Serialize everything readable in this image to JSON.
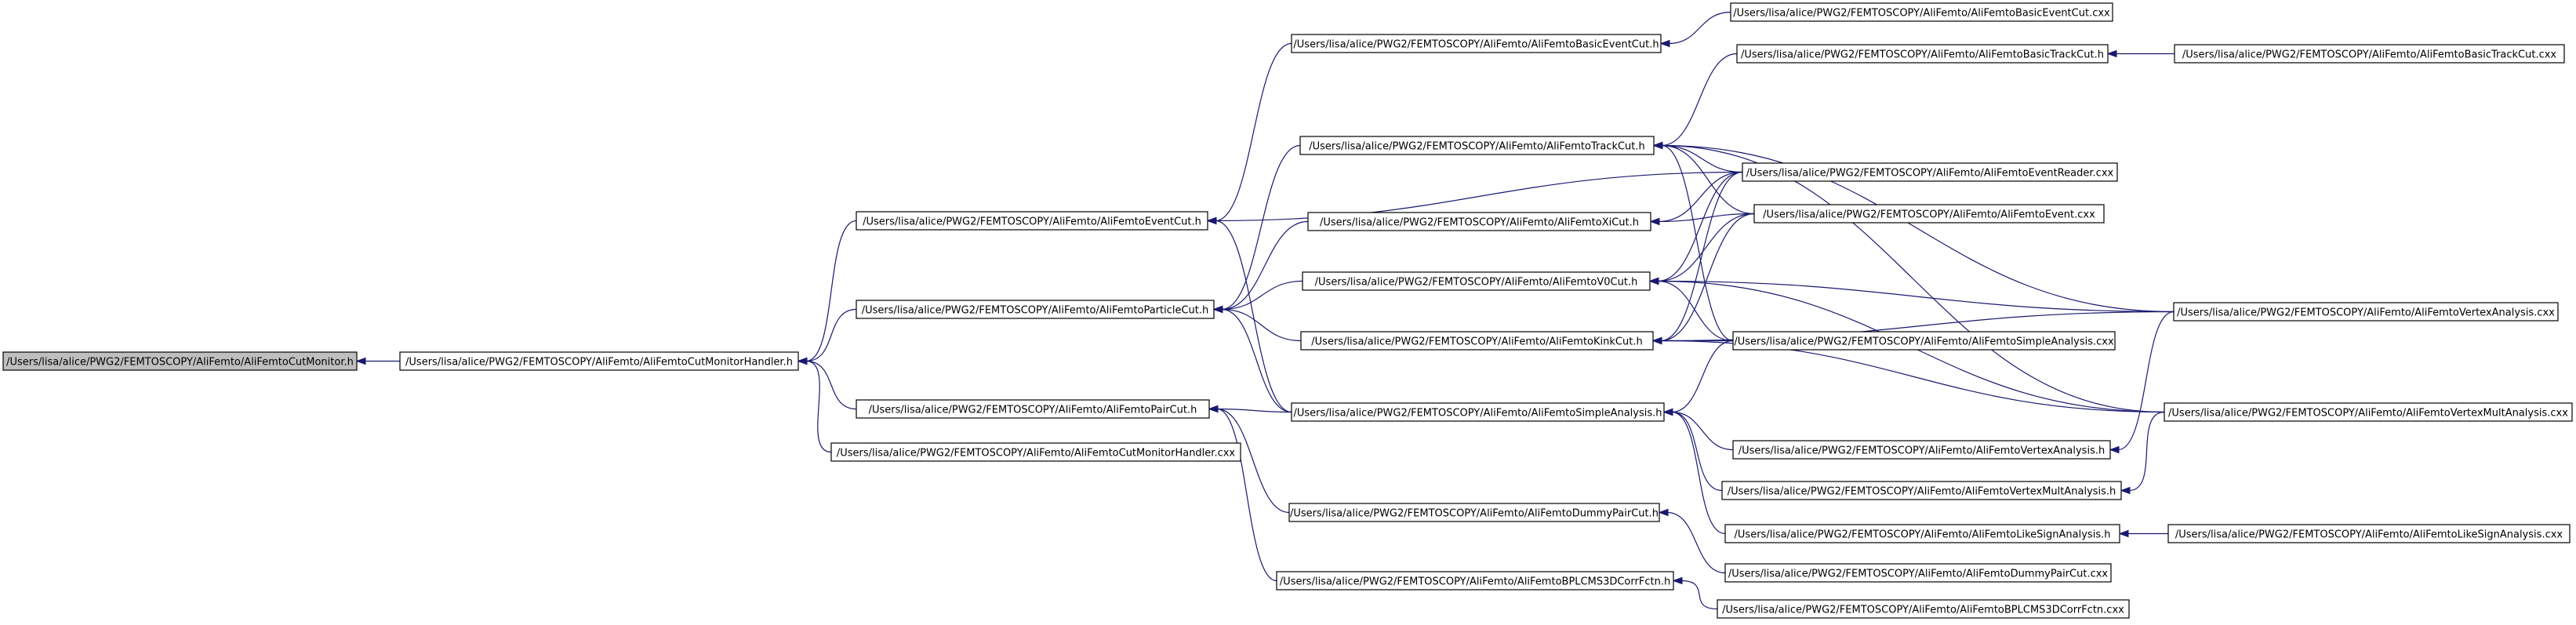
{
  "graph": {
    "nodes": [
      {
        "id": "cutmonitor_h",
        "label": "/Users/lisa/alice/PWG2/FEMTOSCOPY/AliFemto/AliFemtoCutMonitor.h",
        "root": true
      },
      {
        "id": "cutmonitorhandler_h",
        "label": "/Users/lisa/alice/PWG2/FEMTOSCOPY/AliFemto/AliFemtoCutMonitorHandler.h"
      },
      {
        "id": "eventcut_h",
        "label": "/Users/lisa/alice/PWG2/FEMTOSCOPY/AliFemto/AliFemtoEventCut.h"
      },
      {
        "id": "particlecut_h",
        "label": "/Users/lisa/alice/PWG2/FEMTOSCOPY/AliFemto/AliFemtoParticleCut.h"
      },
      {
        "id": "paircut_h",
        "label": "/Users/lisa/alice/PWG2/FEMTOSCOPY/AliFemto/AliFemtoPairCut.h"
      },
      {
        "id": "cutmonitorhandler_cxx",
        "label": "/Users/lisa/alice/PWG2/FEMTOSCOPY/AliFemto/AliFemtoCutMonitorHandler.cxx"
      },
      {
        "id": "basiceventcut_h",
        "label": "/Users/lisa/alice/PWG2/FEMTOSCOPY/AliFemto/AliFemtoBasicEventCut.h"
      },
      {
        "id": "trackcut_h",
        "label": "/Users/lisa/alice/PWG2/FEMTOSCOPY/AliFemto/AliFemtoTrackCut.h"
      },
      {
        "id": "xicut_h",
        "label": "/Users/lisa/alice/PWG2/FEMTOSCOPY/AliFemto/AliFemtoXiCut.h"
      },
      {
        "id": "v0cut_h",
        "label": "/Users/lisa/alice/PWG2/FEMTOSCOPY/AliFemto/AliFemtoV0Cut.h"
      },
      {
        "id": "kinkcut_h",
        "label": "/Users/lisa/alice/PWG2/FEMTOSCOPY/AliFemto/AliFemtoKinkCut.h"
      },
      {
        "id": "simpleanalysis_h",
        "label": "/Users/lisa/alice/PWG2/FEMTOSCOPY/AliFemto/AliFemtoSimpleAnalysis.h"
      },
      {
        "id": "dummypaircut_h",
        "label": "/Users/lisa/alice/PWG2/FEMTOSCOPY/AliFemto/AliFemtoDummyPairCut.h"
      },
      {
        "id": "bplcms3d_h",
        "label": "/Users/lisa/alice/PWG2/FEMTOSCOPY/AliFemto/AliFemtoBPLCMS3DCorrFctn.h"
      },
      {
        "id": "basiceventcut_cxx",
        "label": "/Users/lisa/alice/PWG2/FEMTOSCOPY/AliFemto/AliFemtoBasicEventCut.cxx"
      },
      {
        "id": "basictrackcut_h",
        "label": "/Users/lisa/alice/PWG2/FEMTOSCOPY/AliFemto/AliFemtoBasicTrackCut.h"
      },
      {
        "id": "eventreader_cxx",
        "label": "/Users/lisa/alice/PWG2/FEMTOSCOPY/AliFemto/AliFemtoEventReader.cxx"
      },
      {
        "id": "event_cxx",
        "label": "/Users/lisa/alice/PWG2/FEMTOSCOPY/AliFemto/AliFemtoEvent.cxx"
      },
      {
        "id": "simpleanalysis_cxx",
        "label": "/Users/lisa/alice/PWG2/FEMTOSCOPY/AliFemto/AliFemtoSimpleAnalysis.cxx"
      },
      {
        "id": "vertexanalysis_h",
        "label": "/Users/lisa/alice/PWG2/FEMTOSCOPY/AliFemto/AliFemtoVertexAnalysis.h"
      },
      {
        "id": "vertexmultanalysis_h",
        "label": "/Users/lisa/alice/PWG2/FEMTOSCOPY/AliFemto/AliFemtoVertexMultAnalysis.h"
      },
      {
        "id": "likesignanalysis_h",
        "label": "/Users/lisa/alice/PWG2/FEMTOSCOPY/AliFemto/AliFemtoLikeSignAnalysis.h"
      },
      {
        "id": "dummypaircut_cxx",
        "label": "/Users/lisa/alice/PWG2/FEMTOSCOPY/AliFemto/AliFemtoDummyPairCut.cxx"
      },
      {
        "id": "bplcms3d_cxx",
        "label": "/Users/lisa/alice/PWG2/FEMTOSCOPY/AliFemto/AliFemtoBPLCMS3DCorrFctn.cxx"
      },
      {
        "id": "basictrackcut_cxx",
        "label": "/Users/lisa/alice/PWG2/FEMTOSCOPY/AliFemto/AliFemtoBasicTrackCut.cxx"
      },
      {
        "id": "vertexanalysis_cxx",
        "label": "/Users/lisa/alice/PWG2/FEMTOSCOPY/AliFemto/AliFemtoVertexAnalysis.cxx"
      },
      {
        "id": "vertexmultanalysis_cxx",
        "label": "/Users/lisa/alice/PWG2/FEMTOSCOPY/AliFemto/AliFemtoVertexMultAnalysis.cxx"
      },
      {
        "id": "likesignanalysis_cxx",
        "label": "/Users/lisa/alice/PWG2/FEMTOSCOPY/AliFemto/AliFemtoLikeSignAnalysis.cxx"
      }
    ],
    "edges": [
      [
        "cutmonitorhandler_h",
        "cutmonitor_h"
      ],
      [
        "eventcut_h",
        "cutmonitorhandler_h"
      ],
      [
        "particlecut_h",
        "cutmonitorhandler_h"
      ],
      [
        "paircut_h",
        "cutmonitorhandler_h"
      ],
      [
        "cutmonitorhandler_cxx",
        "cutmonitorhandler_h"
      ],
      [
        "basiceventcut_h",
        "eventcut_h"
      ],
      [
        "eventreader_cxx",
        "eventcut_h"
      ],
      [
        "simpleanalysis_h",
        "eventcut_h"
      ],
      [
        "trackcut_h",
        "particlecut_h"
      ],
      [
        "xicut_h",
        "particlecut_h"
      ],
      [
        "v0cut_h",
        "particlecut_h"
      ],
      [
        "kinkcut_h",
        "particlecut_h"
      ],
      [
        "simpleanalysis_h",
        "particlecut_h"
      ],
      [
        "simpleanalysis_h",
        "paircut_h"
      ],
      [
        "dummypaircut_h",
        "paircut_h"
      ],
      [
        "bplcms3d_h",
        "paircut_h"
      ],
      [
        "basiceventcut_cxx",
        "basiceventcut_h"
      ],
      [
        "basictrackcut_h",
        "trackcut_h"
      ],
      [
        "eventreader_cxx",
        "trackcut_h"
      ],
      [
        "event_cxx",
        "trackcut_h"
      ],
      [
        "simpleanalysis_cxx",
        "trackcut_h"
      ],
      [
        "vertexanalysis_cxx",
        "trackcut_h"
      ],
      [
        "vertexmultanalysis_cxx",
        "trackcut_h"
      ],
      [
        "eventreader_cxx",
        "xicut_h"
      ],
      [
        "event_cxx",
        "xicut_h"
      ],
      [
        "eventreader_cxx",
        "v0cut_h"
      ],
      [
        "event_cxx",
        "v0cut_h"
      ],
      [
        "simpleanalysis_cxx",
        "v0cut_h"
      ],
      [
        "vertexanalysis_cxx",
        "v0cut_h"
      ],
      [
        "vertexmultanalysis_cxx",
        "v0cut_h"
      ],
      [
        "eventreader_cxx",
        "kinkcut_h"
      ],
      [
        "event_cxx",
        "kinkcut_h"
      ],
      [
        "simpleanalysis_cxx",
        "kinkcut_h"
      ],
      [
        "vertexanalysis_cxx",
        "kinkcut_h"
      ],
      [
        "vertexmultanalysis_cxx",
        "kinkcut_h"
      ],
      [
        "simpleanalysis_cxx",
        "simpleanalysis_h"
      ],
      [
        "vertexanalysis_h",
        "simpleanalysis_h"
      ],
      [
        "vertexmultanalysis_h",
        "simpleanalysis_h"
      ],
      [
        "likesignanalysis_h",
        "simpleanalysis_h"
      ],
      [
        "dummypaircut_cxx",
        "dummypaircut_h"
      ],
      [
        "bplcms3d_cxx",
        "bplcms3d_h"
      ],
      [
        "basictrackcut_cxx",
        "basictrackcut_h"
      ],
      [
        "vertexanalysis_cxx",
        "vertexanalysis_h"
      ],
      [
        "vertexmultanalysis_cxx",
        "vertexmultanalysis_h"
      ],
      [
        "likesignanalysis_cxx",
        "likesignanalysis_h"
      ]
    ]
  },
  "colors": {
    "edge": "#191970",
    "root_fill": "#bfbfbf",
    "node_fill": "#ffffff",
    "node_border": "#000000"
  }
}
